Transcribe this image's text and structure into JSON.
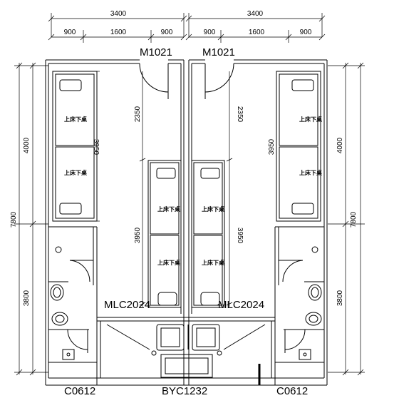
{
  "top_dims": {
    "left_total": "3400",
    "right_total": "3400",
    "left_segments": [
      "900",
      "1600",
      "900"
    ],
    "right_segments": [
      "900",
      "1600",
      "900"
    ]
  },
  "doors": {
    "left": "M1021",
    "right": "M1021"
  },
  "side_dims": {
    "left_total": "7800",
    "left_upper": "4000",
    "left_lower": "3800",
    "right_total": "7800",
    "right_upper": "4000",
    "right_lower": "3800"
  },
  "inner_dims": {
    "left_corridor": "2350",
    "right_corridor": "2350",
    "left_bed_run": "3950",
    "right_bed_run": "3950",
    "center_left_bed_run": "3950",
    "center_right_bed_run": "3950"
  },
  "bed_label": "上床下桌",
  "balcony_doors": {
    "left": "MLC2024",
    "right": "MLC2024"
  },
  "windows": {
    "left": "C0612",
    "center": "BYC1232",
    "right": "C0612"
  }
}
